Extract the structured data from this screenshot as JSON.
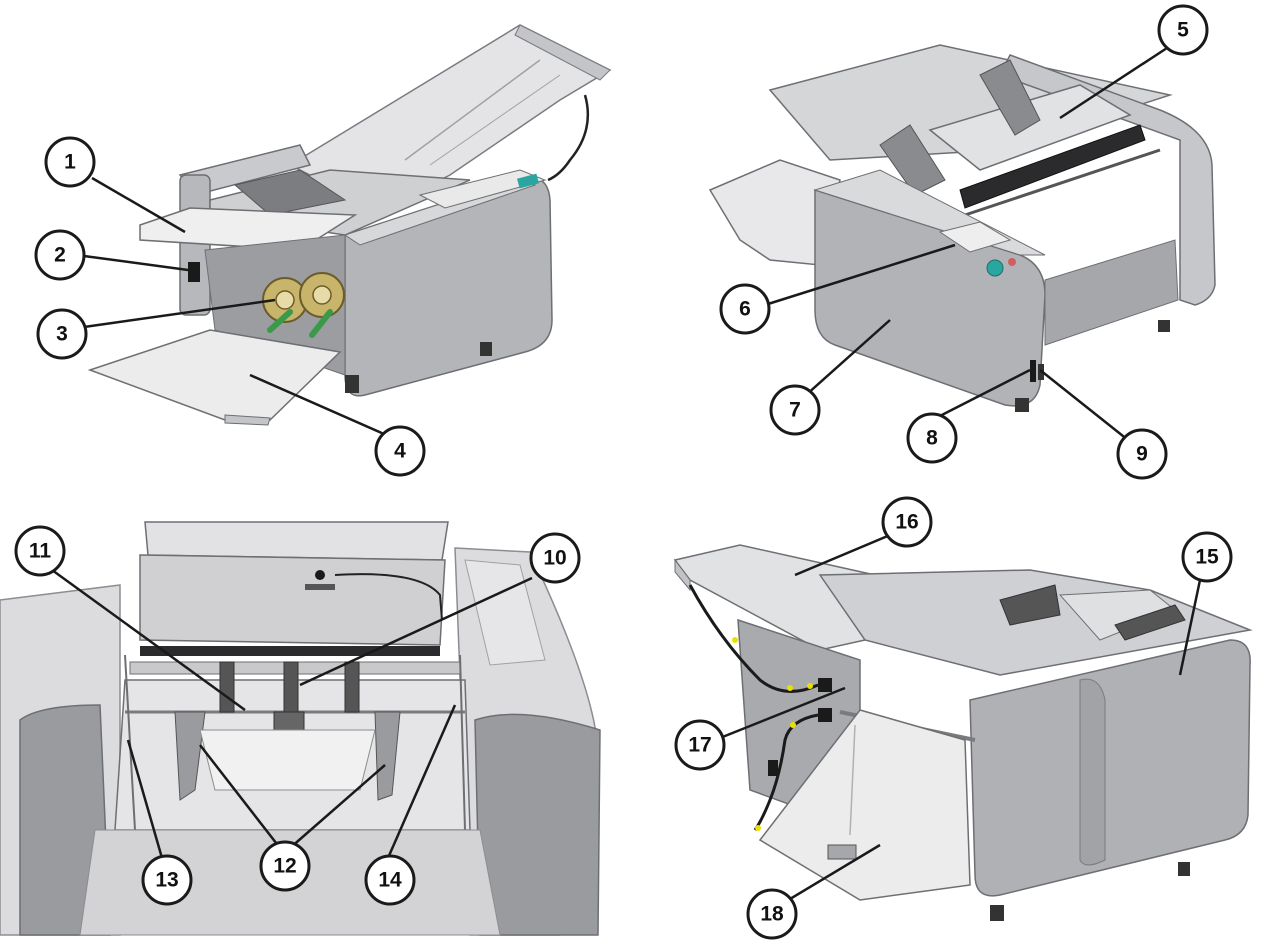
{
  "colors": {
    "body_light": "#d6d6d8",
    "body_mid": "#b9babd",
    "body_dark": "#8f9094",
    "tray": "#ececec",
    "outline": "#6e6f73",
    "roller_gold": "#c8b46a",
    "lever_green": "#3a9a4a",
    "button_teal": "#2aa5a0",
    "cable_yellow": "#e8e000"
  },
  "views": [
    {
      "id": "front-left",
      "callouts": [
        "1",
        "2",
        "3",
        "4"
      ]
    },
    {
      "id": "front-right",
      "callouts": [
        "5",
        "6",
        "7",
        "8",
        "9"
      ]
    },
    {
      "id": "feed-tray-detail",
      "callouts": [
        "10",
        "11",
        "12",
        "13",
        "14"
      ]
    },
    {
      "id": "rear",
      "callouts": [
        "15",
        "16",
        "17",
        "18"
      ]
    }
  ],
  "callouts": {
    "c1": "1",
    "c2": "2",
    "c3": "3",
    "c4": "4",
    "c5": "5",
    "c6": "6",
    "c7": "7",
    "c8": "8",
    "c9": "9",
    "c10": "10",
    "c11": "11",
    "c12": "12",
    "c13": "13",
    "c14": "14",
    "c15": "15",
    "c16": "16",
    "c17": "17",
    "c18": "18"
  }
}
